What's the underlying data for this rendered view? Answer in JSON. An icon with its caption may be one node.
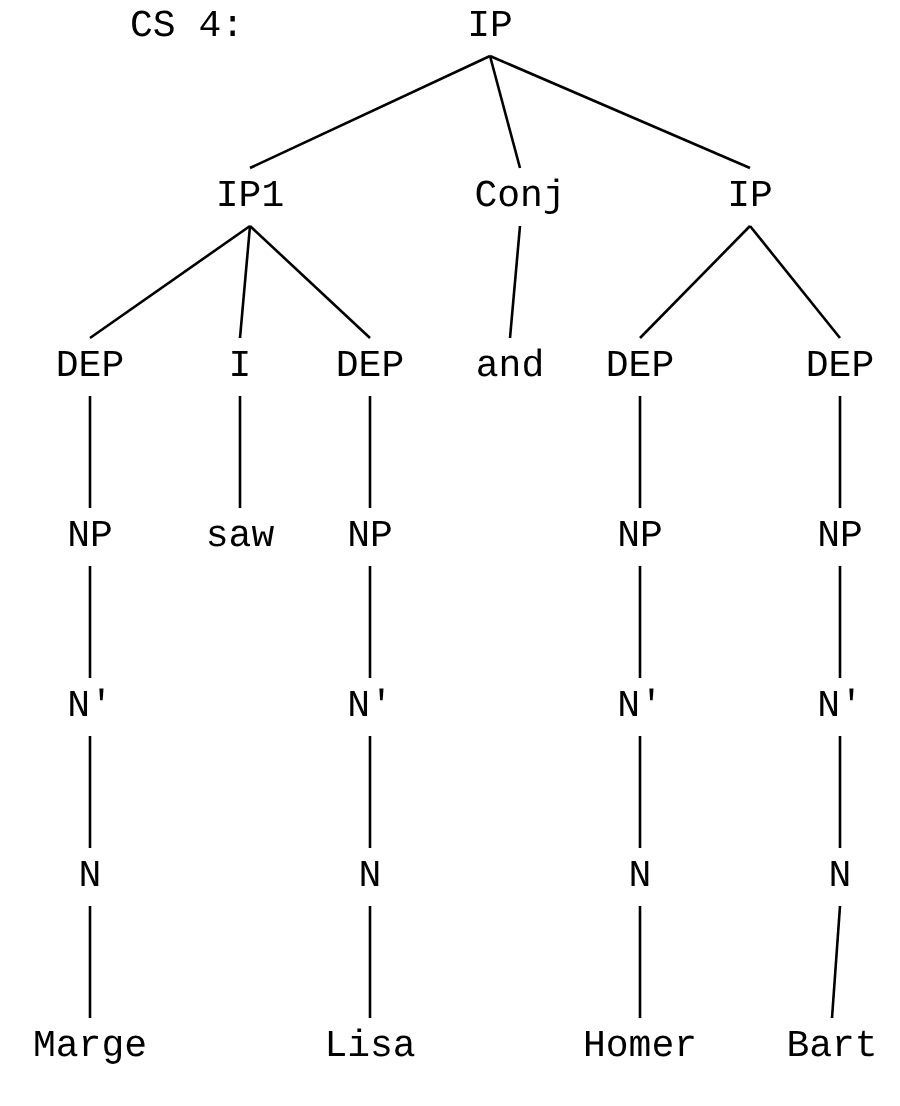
{
  "diagram": {
    "nodes": [
      {
        "text": [
          "IP"
        ]
      },
      {
        "text": [
          "IP1"
        ]
      },
      {
        "text": [
          "Conj"
        ]
      },
      {
        "text": [
          "IP"
        ]
      },
      {
        "text": [
          "DEP"
        ]
      },
      {
        "text": [
          "I"
        ]
      },
      {
        "text": [
          "DEP"
        ]
      },
      {
        "text": [
          "and"
        ]
      },
      {
        "text": [
          "DEP"
        ]
      },
      {
        "text": [
          "DEP"
        ]
      },
      {
        "text": [
          "NP"
        ]
      },
      {
        "text": [
          "saw"
        ]
      },
      {
        "text": [
          "NP"
        ]
      },
      {
        "text": [
          "NP"
        ]
      },
      {
        "text": [
          "NP"
        ]
      },
      {
        "text": [
          "N'"
        ]
      },
      {
        "text": [
          "N'"
        ]
      },
      {
        "text": [
          "N'"
        ]
      },
      {
        "text": [
          "N'"
        ]
      },
      {
        "text": [
          "N"
        ]
      },
      {
        "text": [
          "N"
        ]
      },
      {
        "text": [
          "N"
        ]
      },
      {
        "text": [
          "N"
        ]
      },
      {
        "text": [
          "Marge"
        ]
      },
      {
        "text": [
          "Lisa"
        ]
      },
      {
        "text": [
          "Homer"
        ]
      },
      {
        "text": [
          "Bart"
        ]
      }
    ],
    "edges": [
      {
        "from": 0,
        "to": 1,
        "arrow": "none"
      },
      {
        "from": 0,
        "to": 2,
        "arrow": "none"
      },
      {
        "from": 0,
        "to": 3,
        "arrow": "none"
      },
      {
        "from": 1,
        "to": 4,
        "arrow": "none"
      },
      {
        "from": 1,
        "to": 5,
        "arrow": "none"
      },
      {
        "from": 1,
        "to": 6,
        "arrow": "none"
      },
      {
        "from": 2,
        "to": 7,
        "arrow": "none"
      },
      {
        "from": 3,
        "to": 8,
        "arrow": "none"
      },
      {
        "from": 3,
        "to": 9,
        "arrow": "none"
      },
      {
        "from": 4,
        "to": 10,
        "arrow": "none"
      },
      {
        "from": 5,
        "to": 11,
        "arrow": "none"
      },
      {
        "from": 6,
        "to": 12,
        "arrow": "none"
      },
      {
        "from": 8,
        "to": 13,
        "arrow": "none"
      },
      {
        "from": 9,
        "to": 14,
        "arrow": "none"
      },
      {
        "from": 10,
        "to": 15,
        "arrow": "none"
      },
      {
        "from": 12,
        "to": 16,
        "arrow": "none"
      },
      {
        "from": 13,
        "to": 17,
        "arrow": "none"
      },
      {
        "from": 14,
        "to": 18,
        "arrow": "none"
      },
      {
        "from": 15,
        "to": 19,
        "arrow": "none"
      },
      {
        "from": 16,
        "to": 20,
        "arrow": "none"
      },
      {
        "from": 17,
        "to": 21,
        "arrow": "none"
      },
      {
        "from": 18,
        "to": 22,
        "arrow": "none"
      },
      {
        "from": 19,
        "to": 23,
        "arrow": "none"
      },
      {
        "from": 20,
        "to": 24,
        "arrow": "none"
      },
      {
        "from": 21,
        "to": 25,
        "arrow": "none"
      },
      {
        "from": 22,
        "to": 26,
        "arrow": "none"
      }
    ],
    "labels": [
      "CS 4:"
    ]
  }
}
